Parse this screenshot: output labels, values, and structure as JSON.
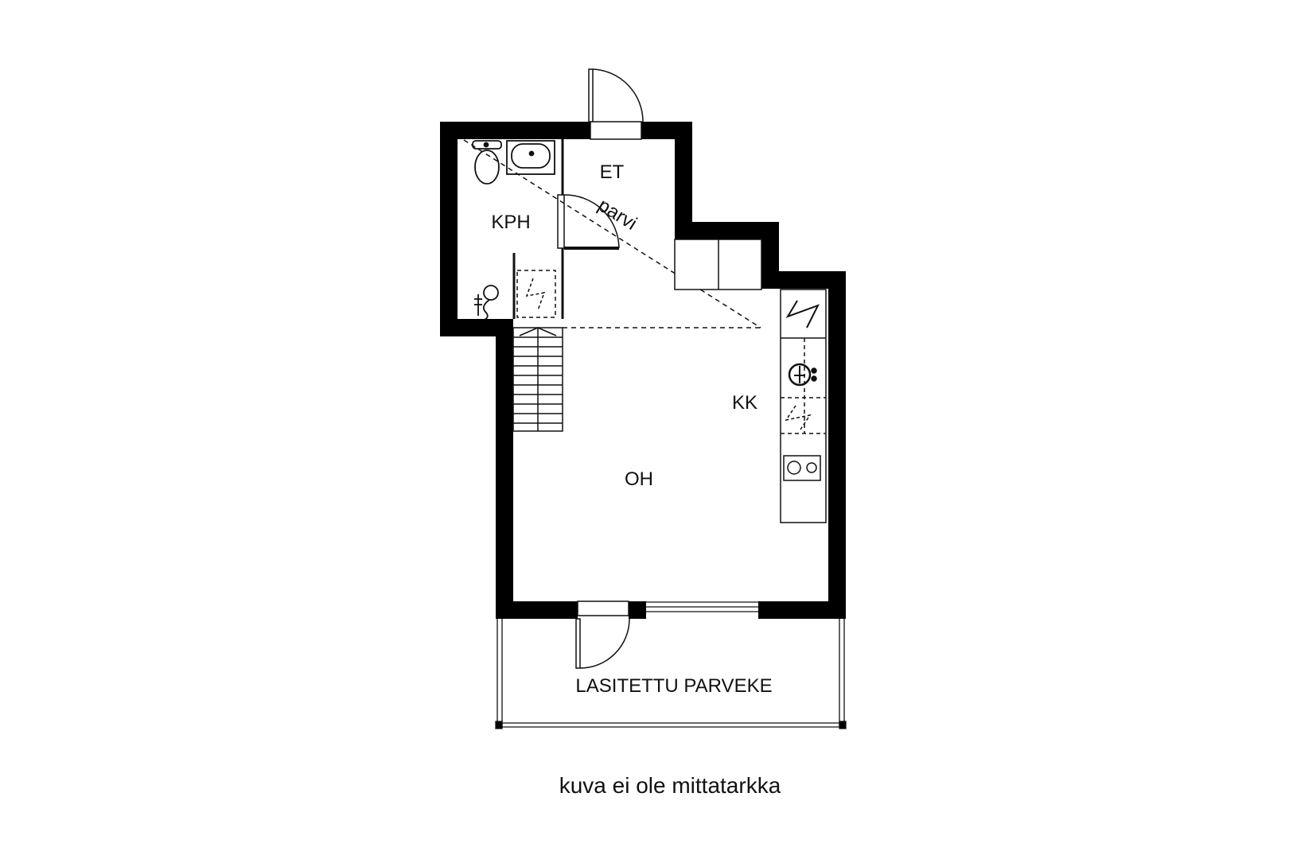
{
  "colors": {
    "wall": "#000000",
    "line": "#111111",
    "background": "#ffffff"
  },
  "rooms": {
    "kph": "KPH",
    "et": "ET",
    "parvi": "parvi",
    "kk": "KK",
    "oh": "OH",
    "balcony": "LASITETTU PARVEKE"
  },
  "note": "kuva ei ole mittatarkka"
}
